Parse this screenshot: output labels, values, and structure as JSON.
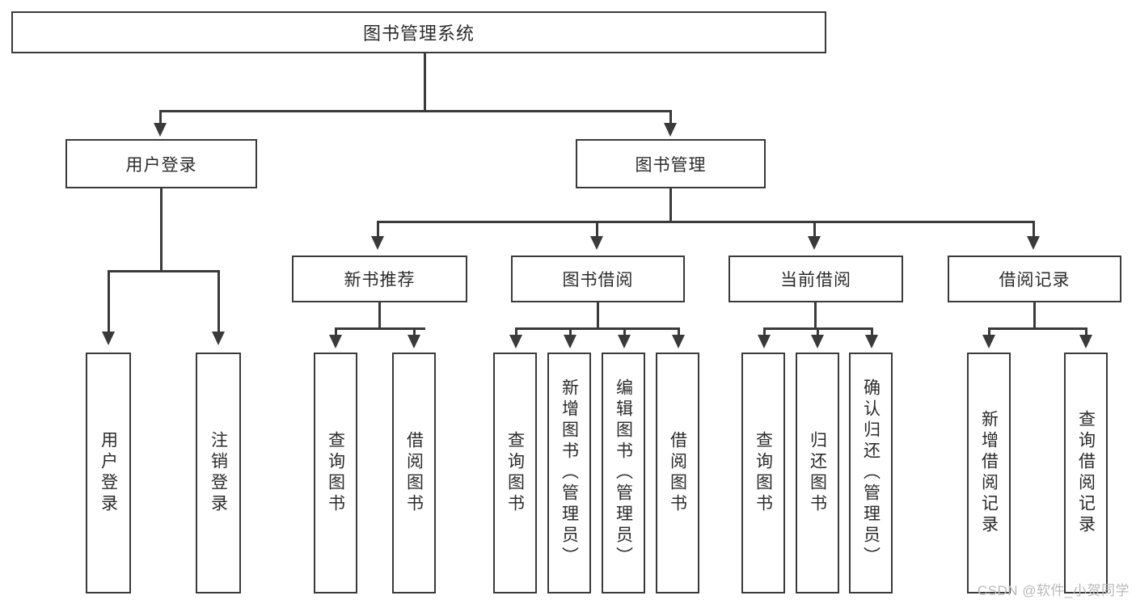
{
  "diagram": {
    "title": "图书管理系统",
    "type": "tree-hierarchy-diagram",
    "colors": {
      "border": "#3a3a3a",
      "background": "#ffffff",
      "text": "#2b2b2b",
      "watermark": "#b9b9b9"
    },
    "root": {
      "label": "图书管理系统"
    },
    "level2": [
      {
        "label": "用户登录"
      },
      {
        "label": "图书管理"
      }
    ],
    "level3": [
      {
        "label": "新书推荐"
      },
      {
        "label": "图书借阅"
      },
      {
        "label": "当前借阅"
      },
      {
        "label": "借阅记录"
      }
    ],
    "leaves": {
      "user_login": [
        {
          "label": "用户登录"
        },
        {
          "label": "注销登录"
        }
      ],
      "new_book_recommend": [
        {
          "label": "查询图书"
        },
        {
          "label": "借阅图书"
        }
      ],
      "book_borrow": [
        {
          "label": "查询图书"
        },
        {
          "label": "新增图书（管理员）"
        },
        {
          "label": "编辑图书（管理员）"
        },
        {
          "label": "借阅图书"
        }
      ],
      "current_borrow": [
        {
          "label": "查询图书"
        },
        {
          "label": "归还图书"
        },
        {
          "label": "确认归还（管理员）"
        }
      ],
      "borrow_record": [
        {
          "label": "新增借阅记录"
        },
        {
          "label": "查询借阅记录"
        }
      ]
    }
  },
  "watermark": {
    "text": "CSDN @软件_小贺同学"
  }
}
